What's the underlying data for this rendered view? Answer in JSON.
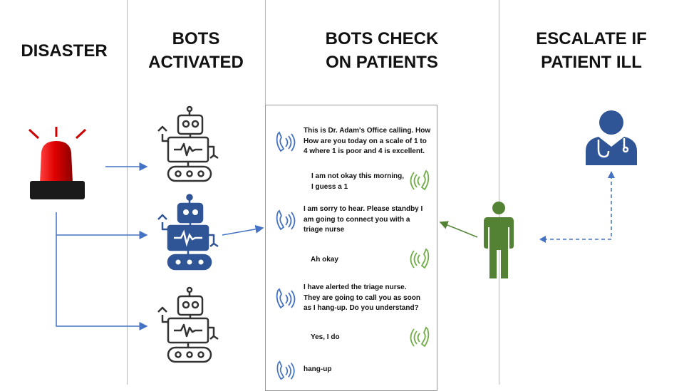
{
  "headings": {
    "disaster": "DISASTER",
    "bots_activated": "BOTS\nACTIVATED",
    "bots_check": "BOTS CHECK\nON PATIENTS",
    "escalate": "ESCALATE IF\nPATIENT ILL"
  },
  "conversation": [
    {
      "speaker": "bot",
      "text": "This is Dr. Adam's Office calling. How\nHow are you today on a scale of 1 to\n4 where 1 is poor and 4 is excellent."
    },
    {
      "speaker": "patient",
      "text": "I am not okay  this morning,\nI guess a 1"
    },
    {
      "speaker": "bot",
      "text": "I am sorry to hear. Please standby I\nam going to connect you with a\ntriage nurse"
    },
    {
      "speaker": "patient",
      "text": "Ah okay"
    },
    {
      "speaker": "bot",
      "text": "I have alerted the triage nurse.\nThey are going to call you as soon\nas I hang-up. Do you understand?"
    },
    {
      "speaker": "patient",
      "text": "Yes, I do"
    },
    {
      "speaker": "bot",
      "text": "hang-up"
    }
  ],
  "colors": {
    "alarm_red": "#cc0000",
    "bot_active": "#2f5597",
    "arrow_blue": "#4472c4",
    "bot_phone": "#4472c4",
    "patient_phone": "#70ad47",
    "patient_green": "#548235",
    "doctor_blue": "#2f5597",
    "divider": "#b8b8b8"
  },
  "icons": [
    "alarm-siren-icon",
    "robot-icon",
    "phone-icon",
    "person-icon",
    "doctor-icon"
  ]
}
